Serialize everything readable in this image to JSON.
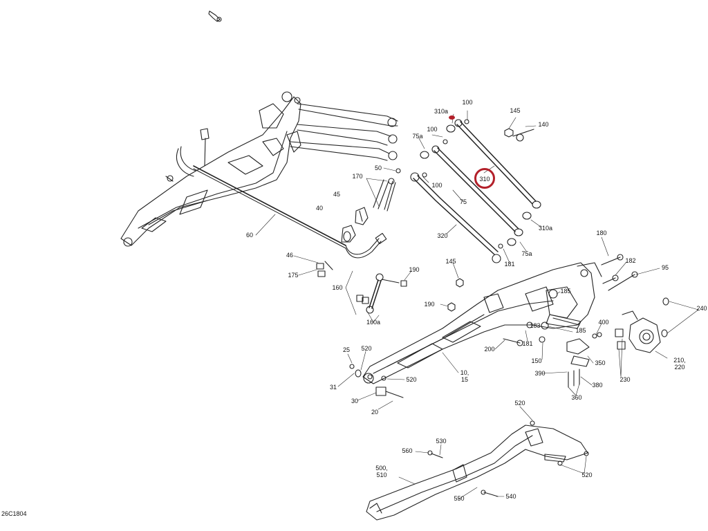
{
  "diagram_code": "26C1804",
  "highlight_color": "#b3202a",
  "highlighted_part": "310",
  "labels": {
    "l100a": "100",
    "l310a_top": "310a",
    "l145a": "145",
    "l140": "140",
    "l100b": "100",
    "l75a_top": "75a",
    "l310": "310",
    "l50": "50",
    "l100c": "100",
    "l170": "170",
    "l45": "45",
    "l75": "75",
    "l310a_bot": "310a",
    "l40": "40",
    "l320": "320",
    "l60": "60",
    "l181a": "181",
    "l75a_bot": "75a",
    "l180": "180",
    "l46": "46",
    "l175": "175",
    "l190a": "190",
    "l145b": "145",
    "l182": "182",
    "l95": "95",
    "l160": "160",
    "l185a": "185",
    "l240": "240",
    "l160a": "160a",
    "l190b": "190",
    "l183": "183",
    "l185b": "185",
    "l400": "400",
    "l181b": "181",
    "l200": "200",
    "l25": "25",
    "l520a": "520",
    "l150": "150",
    "l350": "350",
    "l210": "210,\n220",
    "l390": "390",
    "l1015": "10,\n15",
    "l230": "230",
    "l520b": "520",
    "l31": "31",
    "l380": "380",
    "l360": "360",
    "l30": "30",
    "l20": "20",
    "l520c": "520",
    "l530": "530",
    "l560": "560",
    "l500": "500,\n510",
    "l520d": "520",
    "l550": "550",
    "l540": "540"
  }
}
